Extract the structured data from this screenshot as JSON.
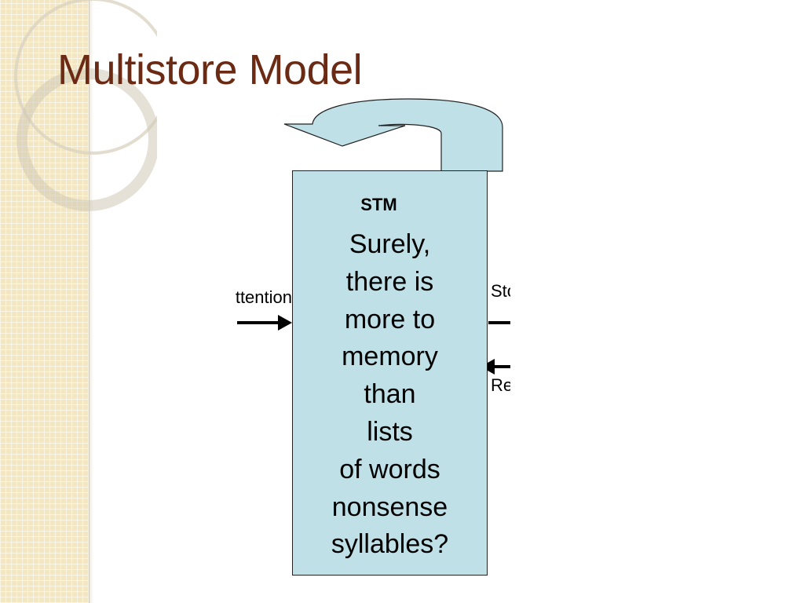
{
  "slide": {
    "title": "Multistore Model"
  },
  "diagram": {
    "stm_label": "STM",
    "stm_question_lines": [
      "Surely,",
      "there is",
      "more to",
      "memory",
      "than",
      "lists",
      "of words",
      "nonsense",
      "syllables?"
    ],
    "attention_label": "Attention",
    "storage_label": "Storage",
    "retrieval_label": "Retrieval"
  },
  "colors": {
    "title": "#6b2a14",
    "stm_box_fill": "#bfe0e7",
    "loop_arrow_fill": "#bfe0e7",
    "side_panel": "#f3e6c2"
  },
  "icons": {
    "rehearsal_loop": "curved-arrow-icon",
    "attention_arrow": "arrow-right-icon",
    "storage_arrow": "arrow-right-icon",
    "retrieval_arrow": "arrow-left-icon"
  }
}
